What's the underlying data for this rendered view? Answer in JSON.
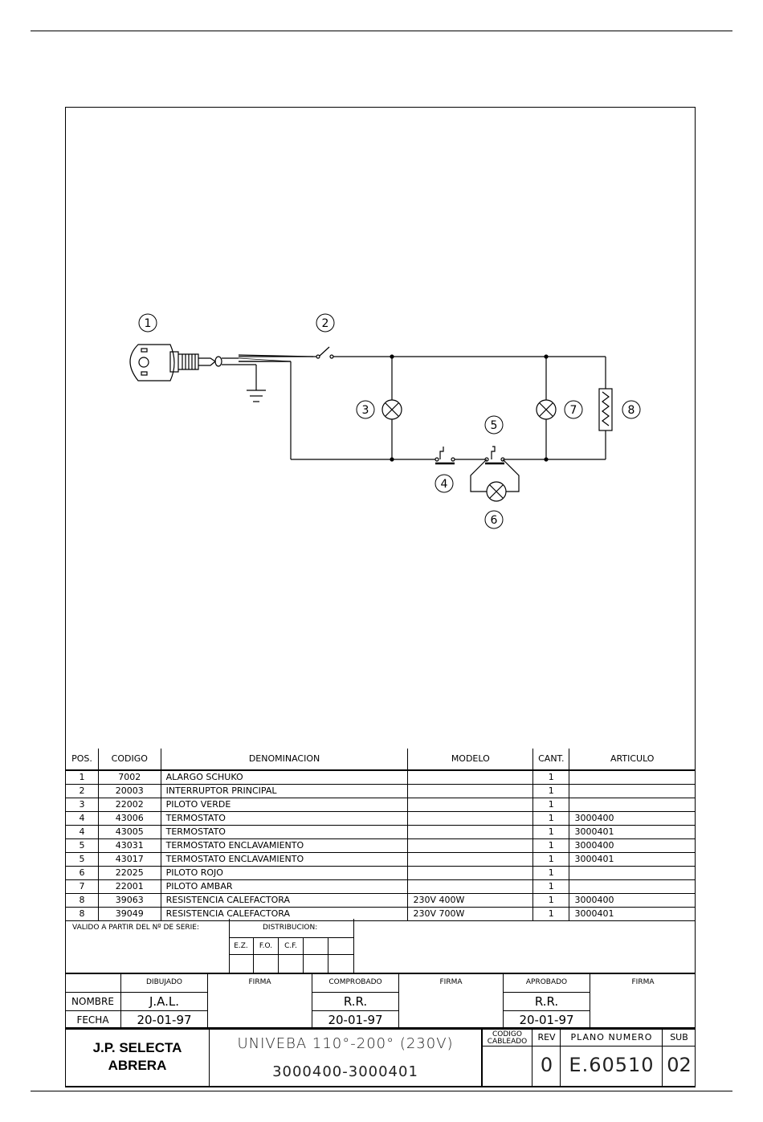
{
  "diagram": {
    "callouts": [
      "1",
      "2",
      "3",
      "4",
      "5",
      "6",
      "7",
      "8"
    ]
  },
  "parts_table": {
    "headers": {
      "pos": "POS.",
      "codigo": "CODIGO",
      "denominacion": "DENOMINACION",
      "modelo": "MODELO",
      "cant": "CANT.",
      "articulo": "ARTICULO"
    },
    "rows": [
      {
        "pos": "1",
        "codigo": "7002",
        "denominacion": "ALARGO SCHUKO",
        "modelo": "",
        "cant": "1",
        "articulo": ""
      },
      {
        "pos": "2",
        "codigo": "20003",
        "denominacion": "INTERRUPTOR PRINCIPAL",
        "modelo": "",
        "cant": "1",
        "articulo": ""
      },
      {
        "pos": "3",
        "codigo": "22002",
        "denominacion": "PILOTO VERDE",
        "modelo": "",
        "cant": "1",
        "articulo": ""
      },
      {
        "pos": "4",
        "codigo": "43006",
        "denominacion": "TERMOSTATO",
        "modelo": "",
        "cant": "1",
        "articulo": "3000400"
      },
      {
        "pos": "4",
        "codigo": "43005",
        "denominacion": "TERMOSTATO",
        "modelo": "",
        "cant": "1",
        "articulo": "3000401"
      },
      {
        "pos": "5",
        "codigo": "43031",
        "denominacion": "TERMOSTATO ENCLAVAMIENTO",
        "modelo": "",
        "cant": "1",
        "articulo": "3000400"
      },
      {
        "pos": "5",
        "codigo": "43017",
        "denominacion": "TERMOSTATO ENCLAVAMIENTO",
        "modelo": "",
        "cant": "1",
        "articulo": "3000401"
      },
      {
        "pos": "6",
        "codigo": "22025",
        "denominacion": "PILOTO ROJO",
        "modelo": "",
        "cant": "1",
        "articulo": ""
      },
      {
        "pos": "7",
        "codigo": "22001",
        "denominacion": "PILOTO AMBAR",
        "modelo": "",
        "cant": "1",
        "articulo": ""
      },
      {
        "pos": "8",
        "codigo": "39063",
        "denominacion": "RESISTENCIA CALEFACTORA",
        "modelo": "230V 400W",
        "cant": "1",
        "articulo": "3000400"
      },
      {
        "pos": "8",
        "codigo": "39049",
        "denominacion": "RESISTENCIA CALEFACTORA",
        "modelo": "230V 700W",
        "cant": "1",
        "articulo": "3000401"
      }
    ]
  },
  "distribution": {
    "valid_from": "VALIDO A PARTIR DEL Nº DE SERIE:",
    "label": "DISTRIBUCION:",
    "columns": [
      "E.Z.",
      "F.O.",
      "C.F.",
      "",
      ""
    ]
  },
  "approvals": {
    "dibujado": "DIBUJADO",
    "firma": "FIRMA",
    "comprobado": "COMPROBADO",
    "aprobado": "APROBADO",
    "nombre_label": "NOMBRE",
    "fecha_label": "FECHA",
    "dibujado_nombre": "J.A.L.",
    "dibujado_fecha": "20-01-97",
    "comprobado_nombre": "R.R.",
    "comprobado_fecha": "20-01-97",
    "aprobado_nombre": "R.R.",
    "aprobado_fecha": "20-01-97"
  },
  "title_block": {
    "company_line1": "J.P. SELECTA",
    "company_line2": "ABRERA",
    "title_line1": "UNIVEBA 110°-200° (230V)",
    "title_line2": "3000400-3000401",
    "codigo_cableado_1": "CODIGO",
    "codigo_cableado_2": "CABLEADO",
    "rev_label": "REV",
    "rev_value": "0",
    "plano_label": "PLANO NUMERO",
    "plano_value": "E.60510",
    "sub_label": "SUB",
    "sub_value": "02"
  }
}
